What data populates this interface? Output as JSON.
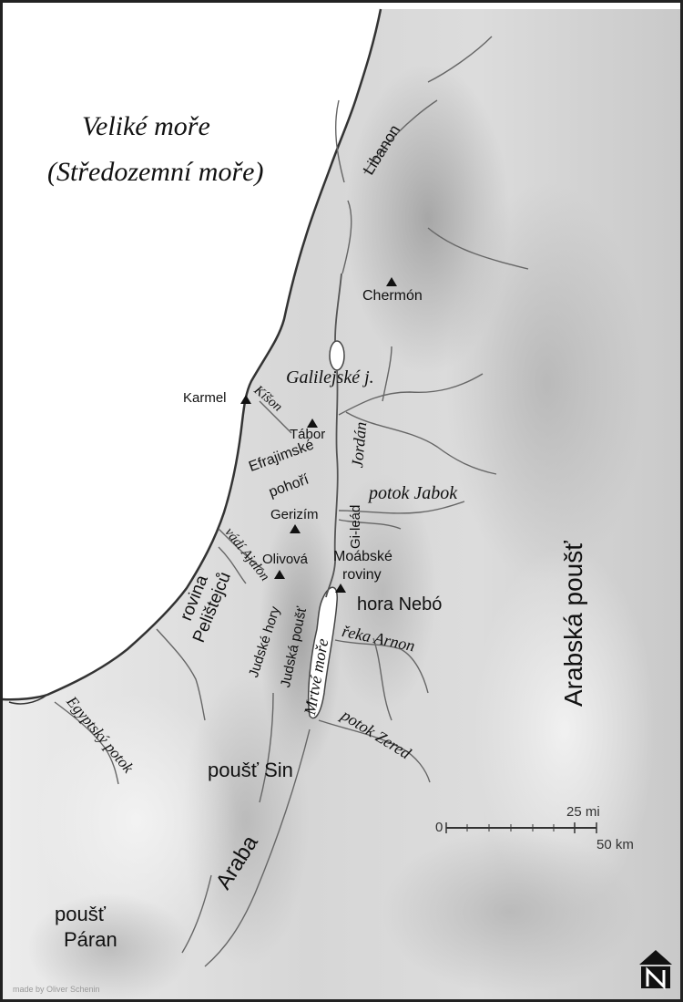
{
  "sea": {
    "name": "Veliké moře",
    "alt_name": "(Středozemní moře)"
  },
  "mountains": {
    "libanon": "Libanon",
    "chermon": "Chermón",
    "karmel": "Karmel",
    "tabor": "Tábor",
    "gerizim": "Gerizím",
    "olivova": "Olivová",
    "nebo": "hora Nebó"
  },
  "regions": {
    "efrajim_1": "Efrajimské",
    "efrajim_2": "pohoří",
    "gilead": "Gi-leád",
    "moab_1": "Moábské",
    "moab_2": "roviny",
    "pelistejci_1": "rovina",
    "pelistejci_2": "Pelištejců",
    "judske_hory": "Judské hory",
    "judska_poust": "Judská poušť",
    "arabska_poust": "Arabská poušť",
    "poust_sin": "poušť Sin",
    "araba": "Araba",
    "poust_paran_1": "poušť",
    "poust_paran_2": "Páran"
  },
  "waters": {
    "galilejske": "Galilejské j.",
    "kison": "Kíšon",
    "jordan": "Jordán",
    "jabok": "potok Jabok",
    "ajalon": "vádí Ajalon",
    "mrtve_more": "Mrtvé moře",
    "arnon": "řeka Arnon",
    "zered": "potok Zered",
    "egyptsky": "Egyptský potok"
  },
  "scale_bar": {
    "zero": "0",
    "miles": "25 mi",
    "km": "50 km"
  },
  "credit": "made by Oliver Schenin",
  "colors": {
    "sea": "#ffffff",
    "land_light": "#e9e9e9",
    "land_dark": "#bdbdbd",
    "frame": "#222222",
    "coast": "#333333",
    "river": "#555555"
  },
  "icons": {
    "north_arrow": "north-arrow-icon",
    "peak": "mountain-peak-icon"
  }
}
